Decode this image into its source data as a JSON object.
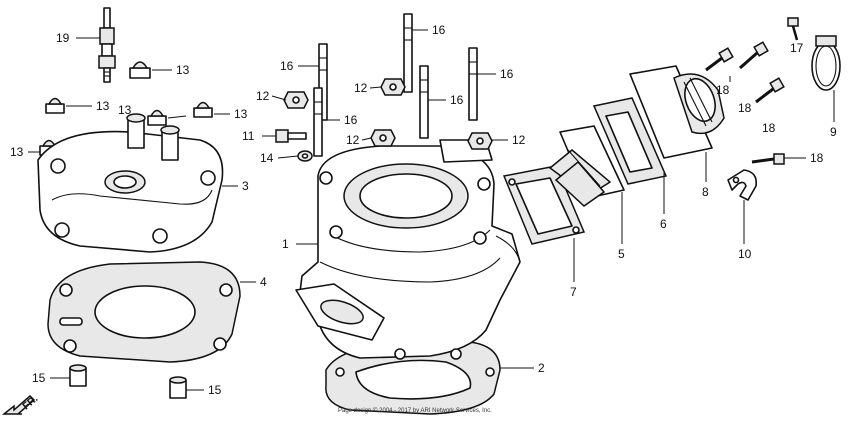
{
  "callouts": {
    "c1": "1",
    "c2": "2",
    "c3": "3",
    "c4": "4",
    "c5": "5",
    "c6": "6",
    "c7": "7",
    "c8": "8",
    "c9": "9",
    "c10": "10",
    "c11": "11",
    "c12a": "12",
    "c12b": "12",
    "c12c": "12",
    "c12d": "12",
    "c13a": "13",
    "c13b": "13",
    "c13c": "13",
    "c13d": "13",
    "c13e": "13",
    "c14": "14",
    "c15a": "15",
    "c15b": "15",
    "c16a": "16",
    "c16b": "16",
    "c16c": "16",
    "c16d": "16",
    "c16e": "16",
    "c17": "17",
    "c18a": "18",
    "c18b": "18",
    "c18c": "18",
    "c18d": "18",
    "c19": "19"
  },
  "direction_label": "FR.",
  "footer": "Page design © 2004 - 2017 by ARI Network Services, Inc.",
  "colors": {
    "ink": "#111111",
    "background": "#ffffff"
  }
}
